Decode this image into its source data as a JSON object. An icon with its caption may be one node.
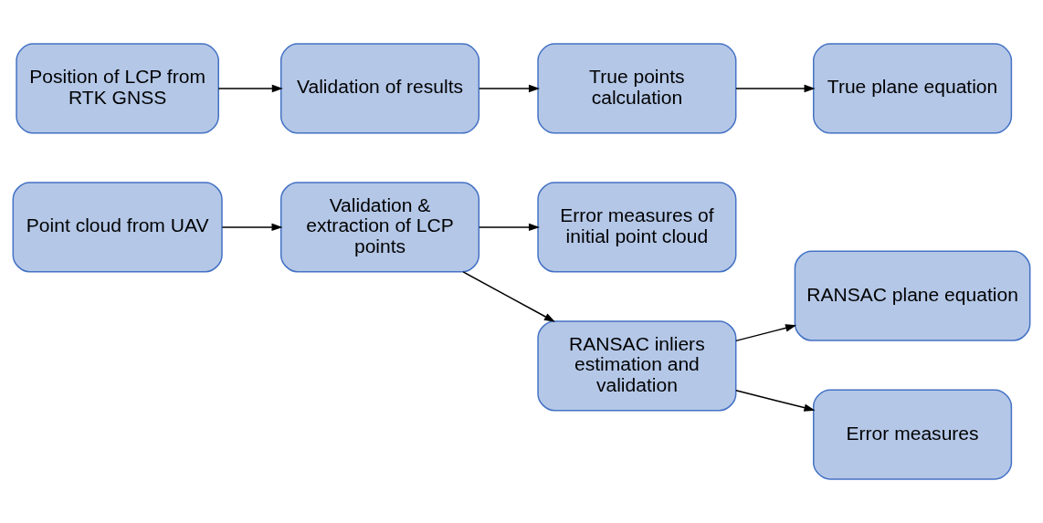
{
  "diagram": {
    "nodes": [
      {
        "text": [
          "Position of LCP from RTK GNSS"
        ]
      },
      {
        "text": [
          "Validation of results"
        ]
      },
      {
        "text": [
          "True points calculation"
        ]
      },
      {
        "text": [
          "True plane equation"
        ]
      },
      {
        "text": [
          "Point cloud from UAV"
        ]
      },
      {
        "text": [
          "Validation & extraction of LCP points"
        ]
      },
      {
        "text": [
          "Error measures of initial point cloud"
        ]
      },
      {
        "text": [
          "RANSAC inliers estimation and validation"
        ]
      },
      {
        "text": [
          "RANSAC plane equation"
        ]
      },
      {
        "text": [
          "Error measures"
        ]
      }
    ],
    "edges": [
      {
        "from": 0,
        "to": 1,
        "arrow": "to"
      },
      {
        "from": 1,
        "to": 2,
        "arrow": "to"
      },
      {
        "from": 2,
        "to": 3,
        "arrow": "to"
      },
      {
        "from": 4,
        "to": 5,
        "arrow": "to"
      },
      {
        "from": 5,
        "to": 6,
        "arrow": "to"
      },
      {
        "from": 5,
        "to": 7,
        "arrow": "to"
      },
      {
        "from": 7,
        "to": 8,
        "arrow": "to"
      },
      {
        "from": 7,
        "to": 9,
        "arrow": "to"
      }
    ]
  }
}
